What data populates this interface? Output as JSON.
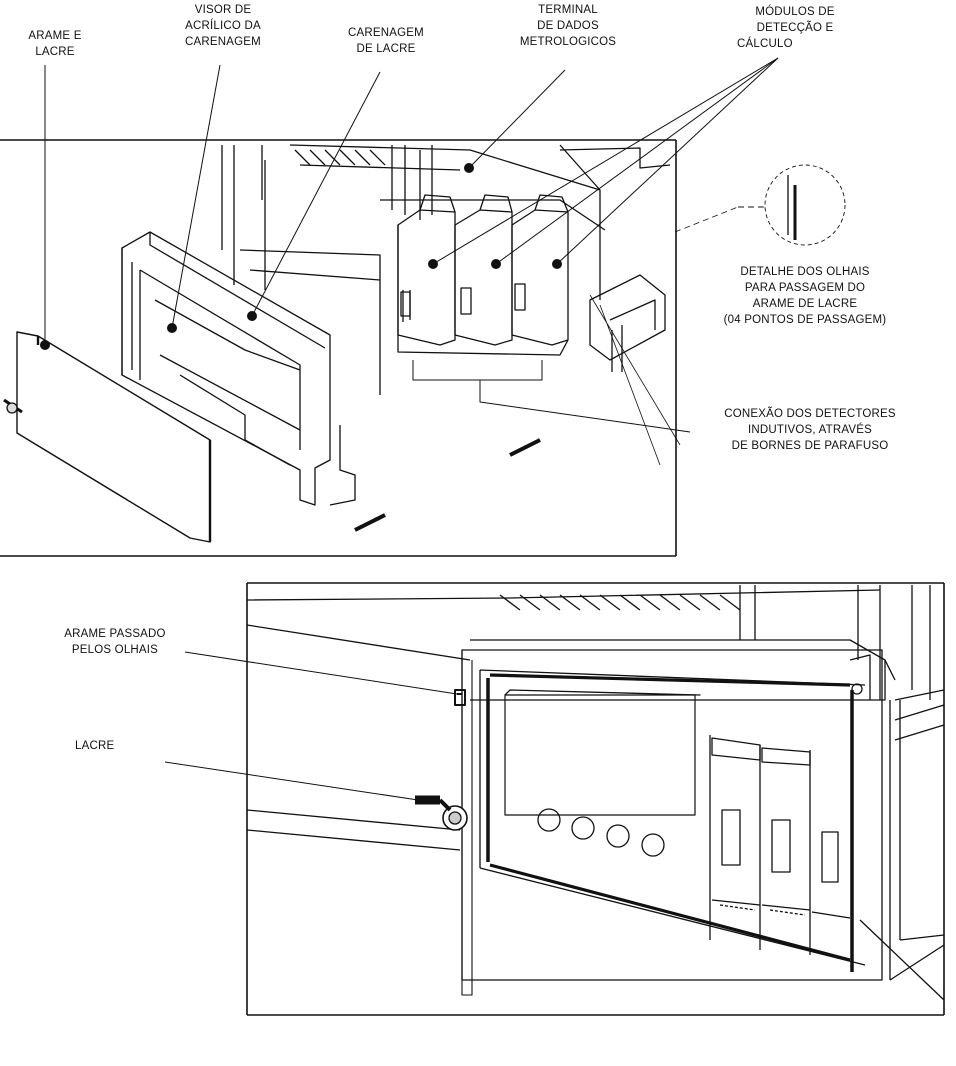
{
  "top_labels": {
    "arame_lacre": [
      "ARAME E",
      "LACRE"
    ],
    "visor": [
      "VISOR DE",
      "ACRÍLICO DA",
      "CARENAGEM"
    ],
    "carenagem": [
      "CARENAGEM",
      "DE LACRE"
    ],
    "terminal": [
      "TERMINAL",
      "DE DADOS",
      "METROLOGICOS"
    ],
    "modulos": [
      "MÓDULOS DE",
      "DETECÇÃO E",
      "CÁLCULO"
    ]
  },
  "detail_label": [
    "DETALHE DOS OLHAIS",
    "PARA PASSAGEM DO",
    "ARAME DE LACRE",
    "(04 PONTOS DE PASSAGEM)"
  ],
  "conexao_label": [
    "CONEXÃO DOS DETECTORES",
    "INDUTIVOS, ATRAVÉS",
    "DE BORNES DE PARAFUSO"
  ],
  "bottom_labels": {
    "arame_passado": [
      "ARAME PASSADO",
      "PELOS OLHAIS"
    ],
    "lacre": "LACRE"
  },
  "colors": {
    "line": "#111111",
    "background": "#ffffff",
    "shade": "#cfcfcf"
  }
}
